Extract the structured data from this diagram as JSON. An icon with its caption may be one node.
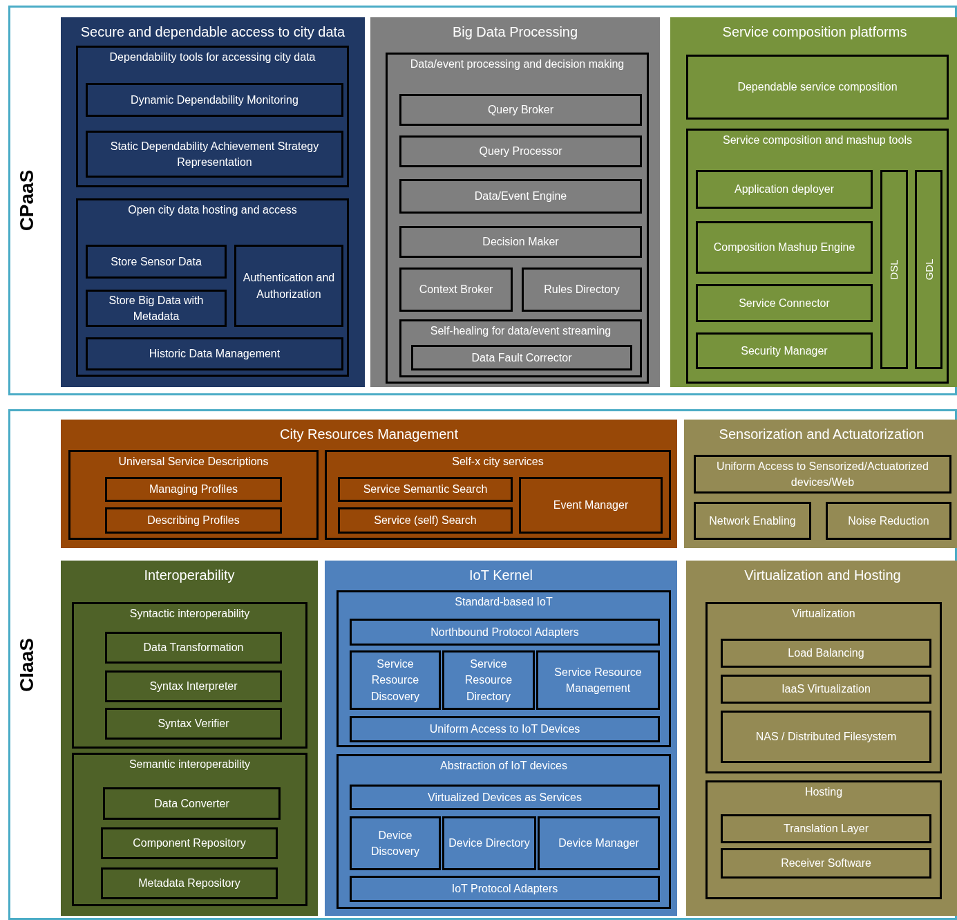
{
  "diagram": {
    "nodes": [
      {
        "text": [
          "CPaaS"
        ]
      },
      {
        "text": [
          "Secure and dependable access to city data"
        ],
        "in": 0
      },
      {
        "text": [
          "Dependability tools for accessing city data"
        ],
        "in": 1
      },
      {
        "text": [
          "Dynamic Dependability Monitoring"
        ],
        "in": 2
      },
      {
        "text": [
          "Static Dependability Achievement Strategy Representation"
        ],
        "in": 2
      },
      {
        "text": [
          "Open city data hosting and access"
        ],
        "in": 1
      },
      {
        "text": [
          "Store Sensor Data"
        ],
        "in": 5
      },
      {
        "text": [
          "Store Big Data with Metadata"
        ],
        "in": 5
      },
      {
        "text": [
          "Authentication and Authorization"
        ],
        "in": 5
      },
      {
        "text": [
          "Historic Data Management"
        ],
        "in": 5
      },
      {
        "text": [
          "Big Data Processing"
        ],
        "in": 0
      },
      {
        "text": [
          "Data/event processing and decision making"
        ],
        "in": 10
      },
      {
        "text": [
          "Query Broker"
        ],
        "in": 11
      },
      {
        "text": [
          "Query Processor"
        ],
        "in": 11
      },
      {
        "text": [
          "Data/Event Engine"
        ],
        "in": 11
      },
      {
        "text": [
          "Decision Maker"
        ],
        "in": 11
      },
      {
        "text": [
          "Context Broker"
        ],
        "in": 11
      },
      {
        "text": [
          "Rules Directory"
        ],
        "in": 11
      },
      {
        "text": [
          "Self-healing for data/event streaming"
        ],
        "in": 11
      },
      {
        "text": [
          "Data Fault Corrector"
        ],
        "in": 18
      },
      {
        "text": [
          "Service composition platforms"
        ],
        "in": 0
      },
      {
        "text": [
          "Dependable service composition"
        ],
        "in": 20
      },
      {
        "text": [
          "Service composition and mashup tools"
        ],
        "in": 20
      },
      {
        "text": [
          "Application deployer"
        ],
        "in": 22
      },
      {
        "text": [
          "Composition Mashup Engine"
        ],
        "in": 22
      },
      {
        "text": [
          "Service Connector"
        ],
        "in": 22
      },
      {
        "text": [
          "Security Manager"
        ],
        "in": 22
      },
      {
        "text": [
          "DSL"
        ],
        "in": 22
      },
      {
        "text": [
          "GDL"
        ],
        "in": 22
      },
      {
        "text": [
          "CIaaS"
        ]
      },
      {
        "text": [
          "City Resources Management"
        ],
        "in": 29
      },
      {
        "text": [
          "Universal Service Descriptions"
        ],
        "in": 30
      },
      {
        "text": [
          "Managing Profiles"
        ],
        "in": 31
      },
      {
        "text": [
          "Describing Profiles"
        ],
        "in": 31
      },
      {
        "text": [
          "Self-x city services"
        ],
        "in": 30
      },
      {
        "text": [
          "Service Semantic Search"
        ],
        "in": 34
      },
      {
        "text": [
          "Service (self) Search"
        ],
        "in": 34
      },
      {
        "text": [
          "Event Manager"
        ],
        "in": 34
      },
      {
        "text": [
          "Sensorization and Actuatorization"
        ],
        "in": 29
      },
      {
        "text": [
          "Uniform Access to Sensorized/Actuatorized devices/Web"
        ],
        "in": 38
      },
      {
        "text": [
          "Network Enabling"
        ],
        "in": 38
      },
      {
        "text": [
          "Noise Reduction"
        ],
        "in": 38
      },
      {
        "text": [
          "Interoperability"
        ],
        "in": 29
      },
      {
        "text": [
          "Syntactic interoperability"
        ],
        "in": 42
      },
      {
        "text": [
          "Data Transformation"
        ],
        "in": 43
      },
      {
        "text": [
          "Syntax Interpreter"
        ],
        "in": 43
      },
      {
        "text": [
          "Syntax Verifier"
        ],
        "in": 43
      },
      {
        "text": [
          "Semantic interoperability"
        ],
        "in": 42
      },
      {
        "text": [
          "Data Converter"
        ],
        "in": 47
      },
      {
        "text": [
          "Component Repository"
        ],
        "in": 47
      },
      {
        "text": [
          "Metadata Repository"
        ],
        "in": 47
      },
      {
        "text": [
          "IoT Kernel"
        ],
        "in": 29
      },
      {
        "text": [
          "Standard-based IoT"
        ],
        "in": 51
      },
      {
        "text": [
          "Northbound Protocol Adapters"
        ],
        "in": 52
      },
      {
        "text": [
          "Service Resource Discovery"
        ],
        "in": 52
      },
      {
        "text": [
          "Service Resource Directory"
        ],
        "in": 52
      },
      {
        "text": [
          "Service Resource Management"
        ],
        "in": 52
      },
      {
        "text": [
          "Uniform Access to IoT Devices"
        ],
        "in": 52
      },
      {
        "text": [
          "Abstraction of IoT devices"
        ],
        "in": 51
      },
      {
        "text": [
          "Virtualized Devices as Services"
        ],
        "in": 58
      },
      {
        "text": [
          "Device Discovery"
        ],
        "in": 58
      },
      {
        "text": [
          "Device Directory"
        ],
        "in": 58
      },
      {
        "text": [
          "Device Manager"
        ],
        "in": 58
      },
      {
        "text": [
          "IoT Protocol Adapters"
        ],
        "in": 58
      },
      {
        "text": [
          "Virtualization and Hosting"
        ],
        "in": 29
      },
      {
        "text": [
          "Virtualization"
        ],
        "in": 64
      },
      {
        "text": [
          "Load Balancing"
        ],
        "in": 65
      },
      {
        "text": [
          "IaaS Virtualization"
        ],
        "in": 65
      },
      {
        "text": [
          "NAS / Distributed Filesystem"
        ],
        "in": 65
      },
      {
        "text": [
          "Hosting"
        ],
        "in": 64
      },
      {
        "text": [
          "Translation Layer"
        ],
        "in": 69
      },
      {
        "text": [
          "Receiver Software"
        ],
        "in": 69
      }
    ]
  }
}
